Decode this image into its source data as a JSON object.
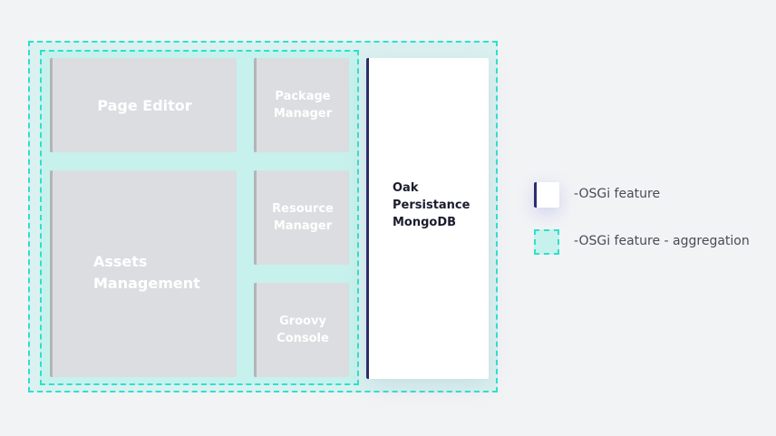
{
  "diagram": {
    "components": {
      "page_editor": "Page Editor",
      "assets_management": "Assets\nManagement",
      "package_manager": "Package\nManager",
      "resource_manager": "Resource\nManager",
      "groovy_console": "Groovy\nConsole",
      "oak": "Oak\nPersistance\nMongoDB"
    }
  },
  "legend": {
    "osgi_feature": "-OSGi feature",
    "osgi_feature_aggregation": "-OSGi feature - aggregation"
  },
  "colors": {
    "aggregation_border": "#2ee0cf",
    "aggregation_fill": "#c7f1ec",
    "component_fill": "#dcdde0",
    "feature_accent": "#2b2d6e"
  }
}
